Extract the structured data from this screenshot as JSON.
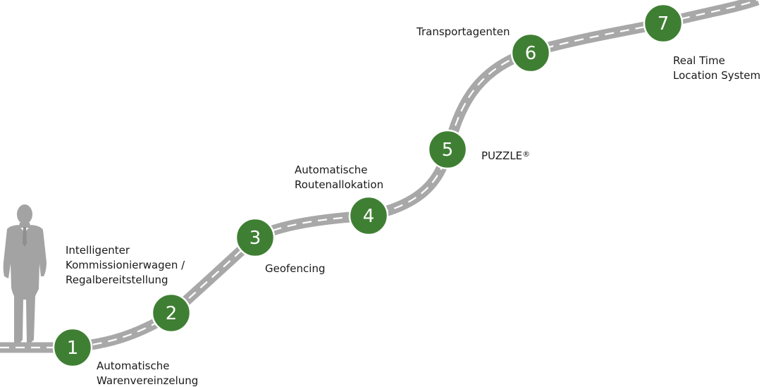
{
  "colors": {
    "road": "#a8a8a8",
    "lane_marking": "#ffffff",
    "milestone": "#3f7f33",
    "milestone_border": "#ffffff",
    "person": "#a3a3a3",
    "text": "#1a1a1a"
  },
  "milestones": [
    {
      "number": "1",
      "label_lines": [
        "Automatische",
        "Warenvereinzelung"
      ]
    },
    {
      "number": "2",
      "label_lines": [
        "Intelligenter",
        "Kommissionierwagen /",
        "Regalbereitstellung"
      ]
    },
    {
      "number": "3",
      "label_lines": [
        "Geofencing"
      ]
    },
    {
      "number": "4",
      "label_lines": [
        "Automatische",
        "Routenallokation"
      ]
    },
    {
      "number": "5",
      "label_lines": [
        "PUZZLE"
      ],
      "label_suffix": "®"
    },
    {
      "number": "6",
      "label_lines": [
        "Transportagenten"
      ]
    },
    {
      "number": "7",
      "label_lines": [
        "Real Time",
        "Location System"
      ]
    }
  ],
  "icons": {
    "person": "businessman-silhouette-icon"
  }
}
